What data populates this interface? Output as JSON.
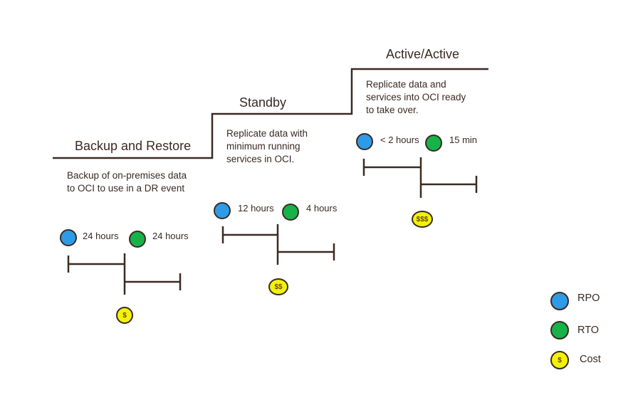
{
  "tiers": [
    {
      "title": "Backup and Restore",
      "description": "Backup of on-premises data to OCI to use in a DR event",
      "rpo": "24 hours",
      "rto": "24 hours",
      "cost": "$"
    },
    {
      "title": "Standby",
      "description": "Replicate data with minimum running services in OCI.",
      "rpo": "12 hours",
      "rto": "4 hours",
      "cost": "$$"
    },
    {
      "title": "Active/Active",
      "description": "Replicate data and services into OCI ready to take over.",
      "rpo": "< 2 hours",
      "rto": "15 min",
      "cost": "$$$"
    }
  ],
  "legend": {
    "rpo": "RPO",
    "rto": "RTO",
    "cost": "Cost",
    "cost_symbol": "$"
  },
  "colors": {
    "rpo": "#2e9be8",
    "rto": "#17b24a",
    "cost": "#f2f20a",
    "line": "#3a2a22"
  }
}
